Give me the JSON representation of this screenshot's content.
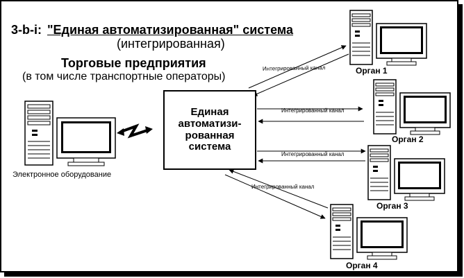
{
  "title": {
    "prefix": "3-b-i:",
    "quoted": "\"Единая автоматизированная\" система",
    "subtitle": "(интегрированная)"
  },
  "trade": {
    "heading": "Торговые предприятия",
    "subheading": "(в том числе транспортные операторы)"
  },
  "equipment_label": "Электронное оборудование",
  "center_system": "Единая\nавтоматизи-\nрованная\nсистема",
  "channel_label": "Интегрированный канал",
  "organs": [
    "Орган 1",
    "Орган 2",
    "Орган 3",
    "Орган 4"
  ],
  "colors": {
    "line": "#000000",
    "background": "#ffffff"
  }
}
